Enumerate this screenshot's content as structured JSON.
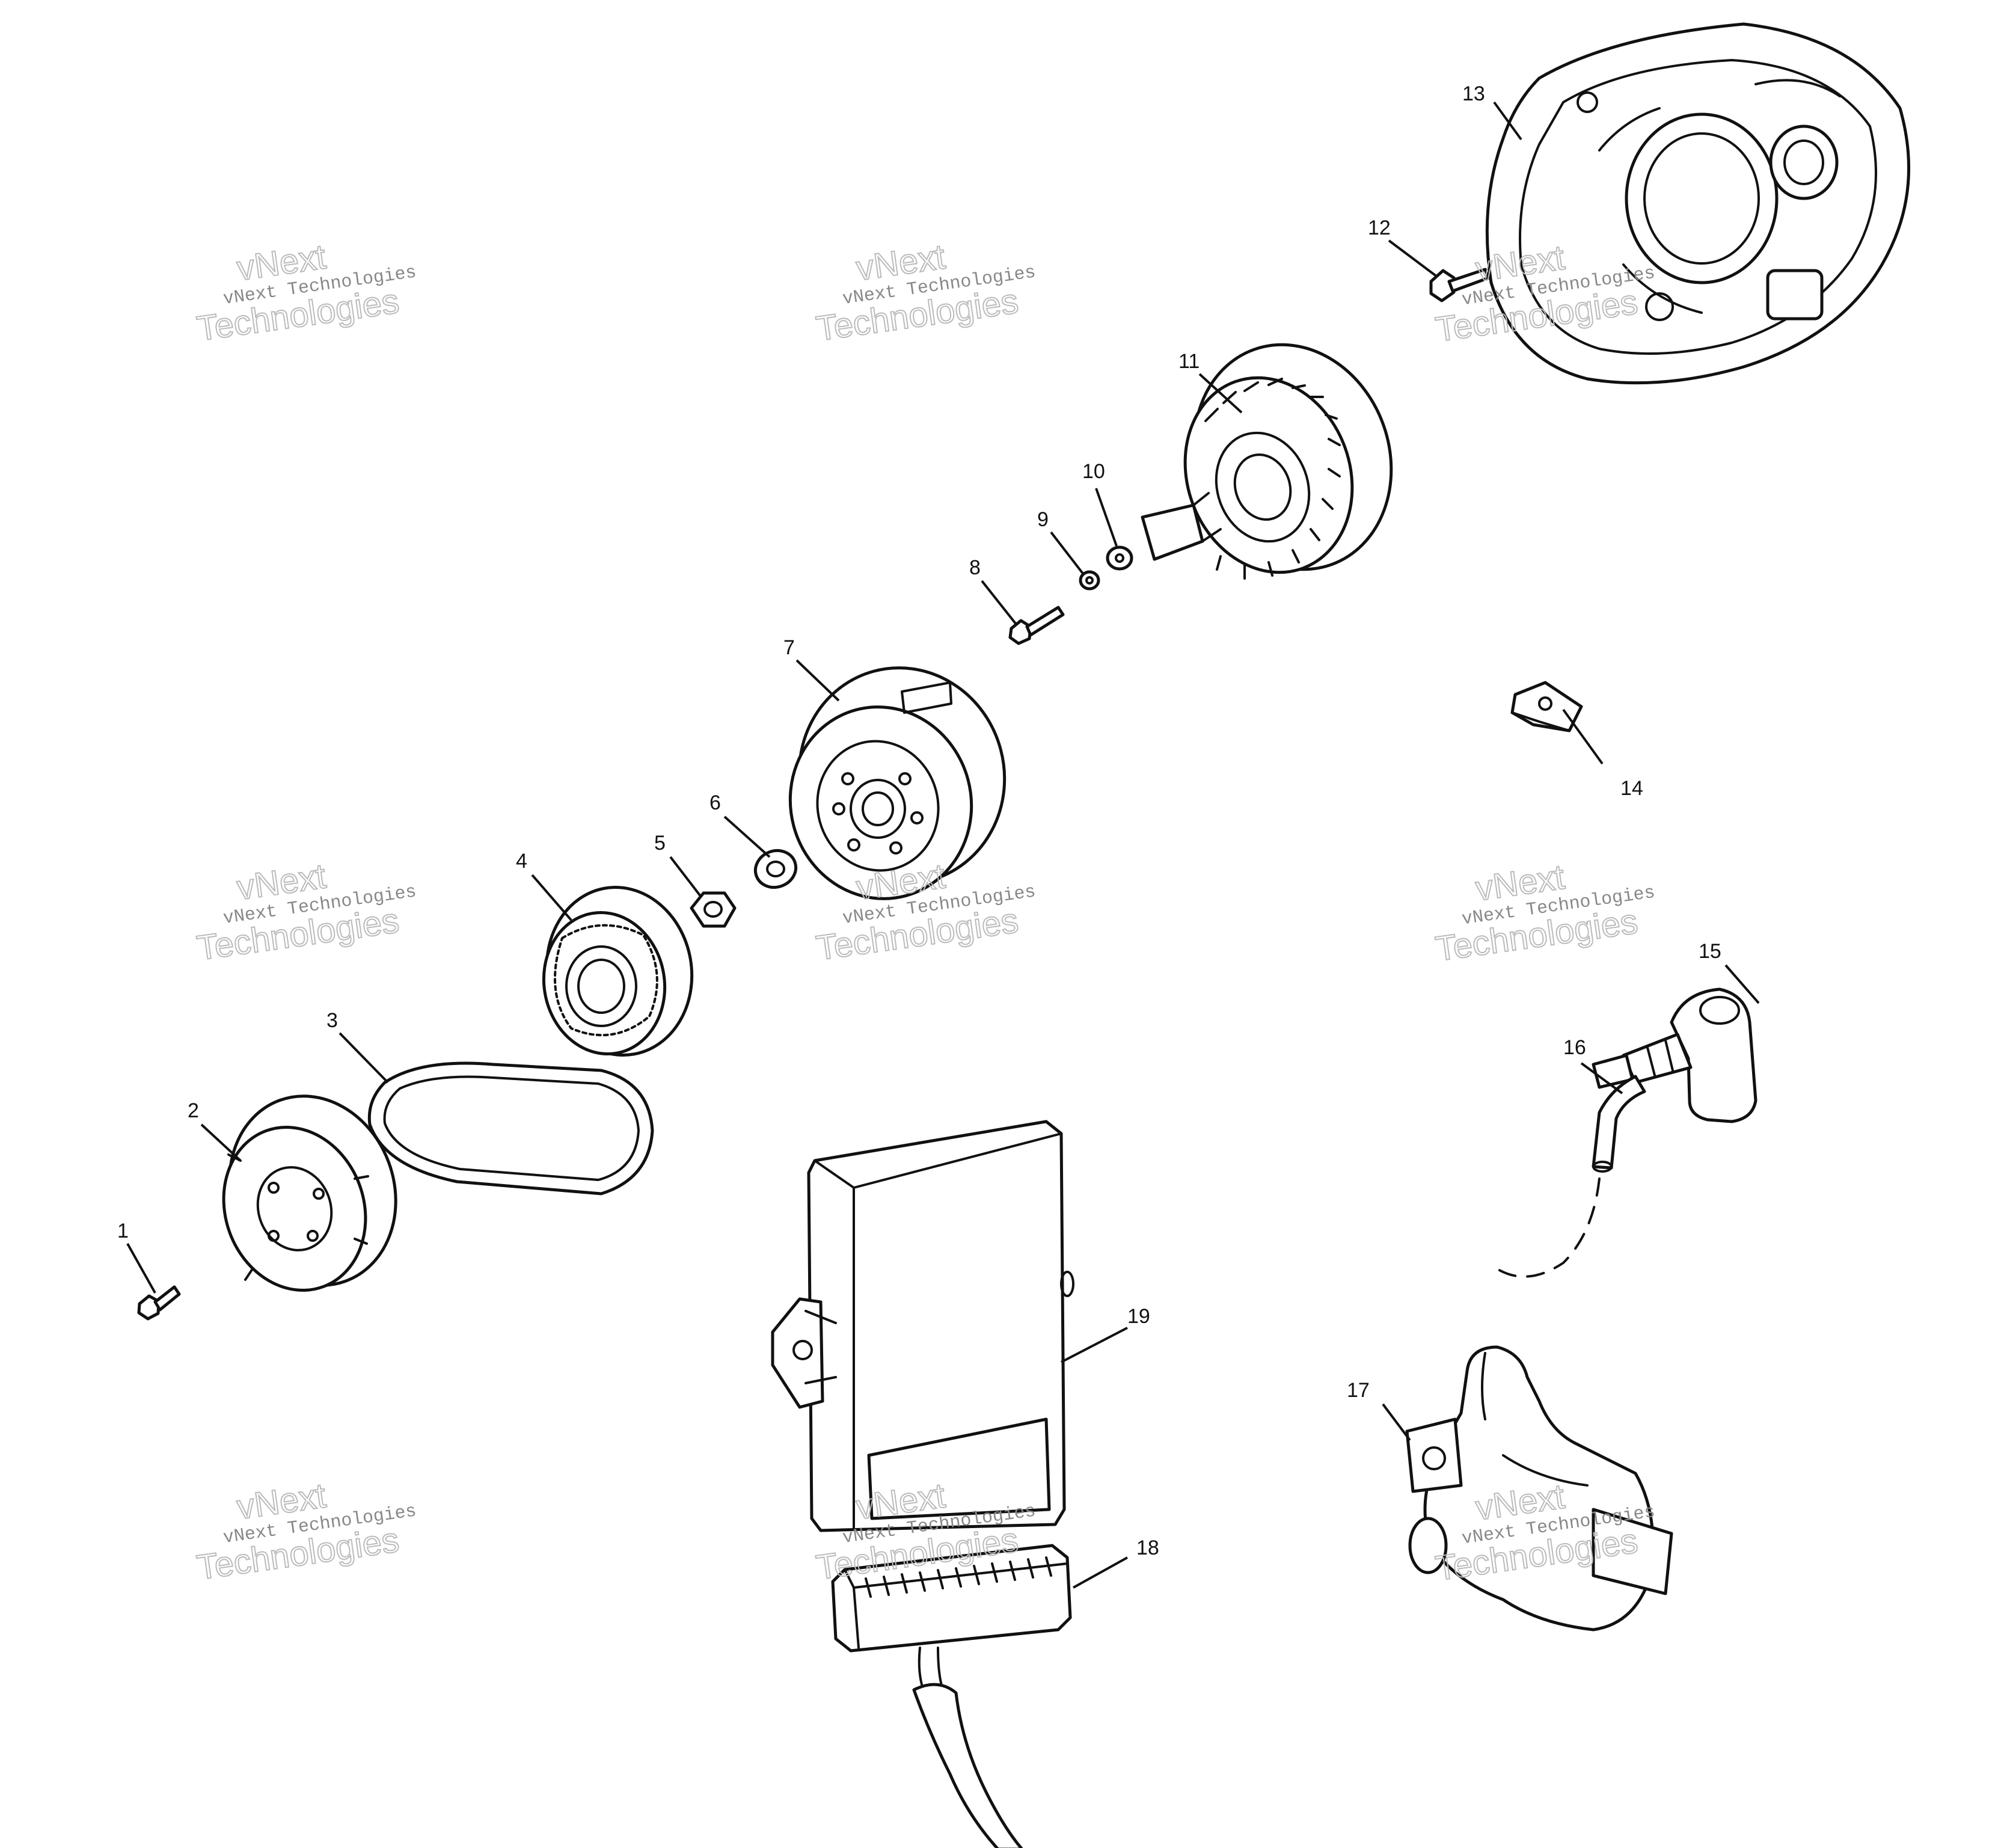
{
  "diagram": {
    "callouts": [
      "1",
      "2",
      "3",
      "4",
      "5",
      "6",
      "7",
      "8",
      "9",
      "10",
      "11",
      "12",
      "13",
      "14",
      "15",
      "16",
      "17",
      "18",
      "19"
    ]
  },
  "watermark": {
    "line1": "vNext",
    "line2": "vNext Technologies",
    "line3": "Technologies"
  }
}
